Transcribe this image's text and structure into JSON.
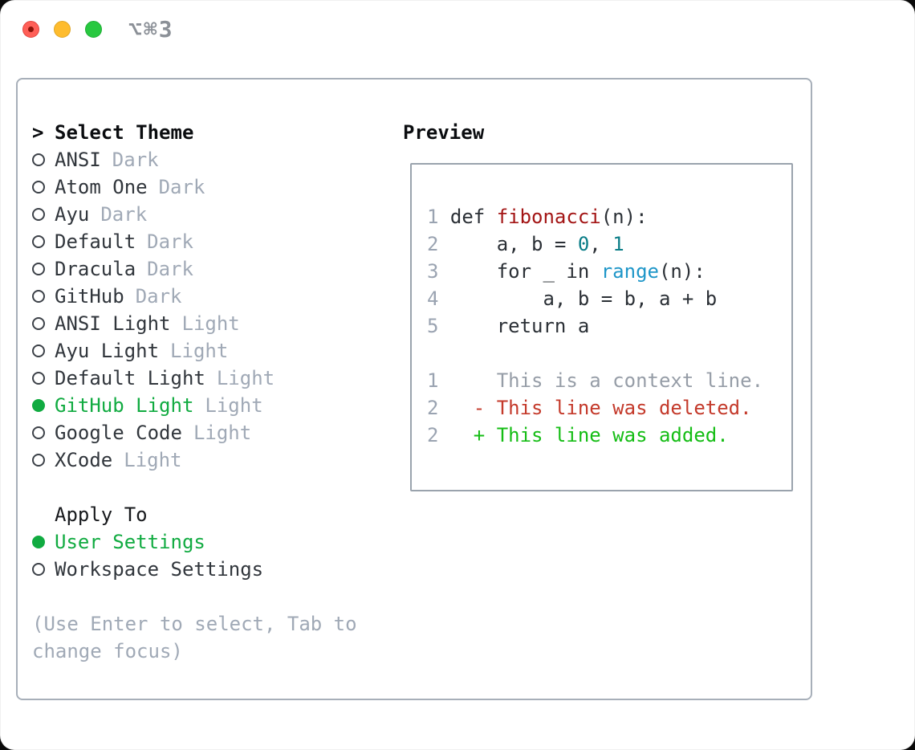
{
  "window": {
    "title": "⌥⌘3",
    "traffic_lights": [
      "close",
      "minimize",
      "zoom"
    ]
  },
  "colors": {
    "selection_green": "#11ab41",
    "added_green": "#15bd15",
    "deleted_red": "#c43a2b",
    "function_red": "#a31515",
    "number_teal": "#0a7d87",
    "builtin_blue": "#1e96c8",
    "muted_gray": "#a0a9b6",
    "panel_border": "#a7afb9"
  },
  "theme_panel": {
    "header": {
      "prefix": ">",
      "label": "Select Theme"
    },
    "themes": [
      {
        "name": "ANSI",
        "tag": "Dark",
        "selected": false
      },
      {
        "name": "Atom One",
        "tag": "Dark",
        "selected": false
      },
      {
        "name": "Ayu",
        "tag": "Dark",
        "selected": false
      },
      {
        "name": "Default",
        "tag": "Dark",
        "selected": false
      },
      {
        "name": "Dracula",
        "tag": "Dark",
        "selected": false
      },
      {
        "name": "GitHub",
        "tag": "Dark",
        "selected": false
      },
      {
        "name": "ANSI Light",
        "tag": "Light",
        "selected": false
      },
      {
        "name": "Ayu Light",
        "tag": "Light",
        "selected": false
      },
      {
        "name": "Default Light",
        "tag": "Light",
        "selected": false
      },
      {
        "name": "GitHub Light",
        "tag": "Light",
        "selected": true
      },
      {
        "name": "Google Code",
        "tag": "Light",
        "selected": false
      },
      {
        "name": "XCode",
        "tag": "Light",
        "selected": false
      }
    ],
    "apply_to": {
      "label": "Apply To",
      "options": [
        {
          "name": "User Settings",
          "selected": true
        },
        {
          "name": "Workspace Settings",
          "selected": false
        }
      ]
    },
    "hint_line1": "(Use Enter to select, Tab to",
    "hint_line2": "change focus)"
  },
  "preview": {
    "label": "Preview",
    "lines": [
      {
        "num": "1",
        "parts": [
          {
            "t": "def "
          },
          {
            "t": "fibonacci"
          },
          {
            "t": "(n):"
          }
        ]
      },
      {
        "num": "2",
        "parts": [
          {
            "t": "    a, b = "
          },
          {
            "t": "0"
          },
          {
            "t": ", "
          },
          {
            "t": "1"
          }
        ]
      },
      {
        "num": "3",
        "parts": [
          {
            "t": "    for _ in "
          },
          {
            "t": "range"
          },
          {
            "t": "(n):"
          }
        ]
      },
      {
        "num": "4",
        "parts": [
          {
            "t": "        a, b = b, a + b"
          }
        ]
      },
      {
        "num": "5",
        "parts": [
          {
            "t": "    return a"
          }
        ]
      },
      {
        "num": "",
        "parts": [
          {
            "t": ""
          }
        ]
      },
      {
        "num": "1",
        "parts": [
          {
            "t": "    This is a context line."
          }
        ]
      },
      {
        "num": "2",
        "parts": [
          {
            "t": "  - This line was deleted."
          }
        ]
      },
      {
        "num": "2",
        "parts": [
          {
            "t": "  + This line was added."
          }
        ]
      }
    ]
  }
}
